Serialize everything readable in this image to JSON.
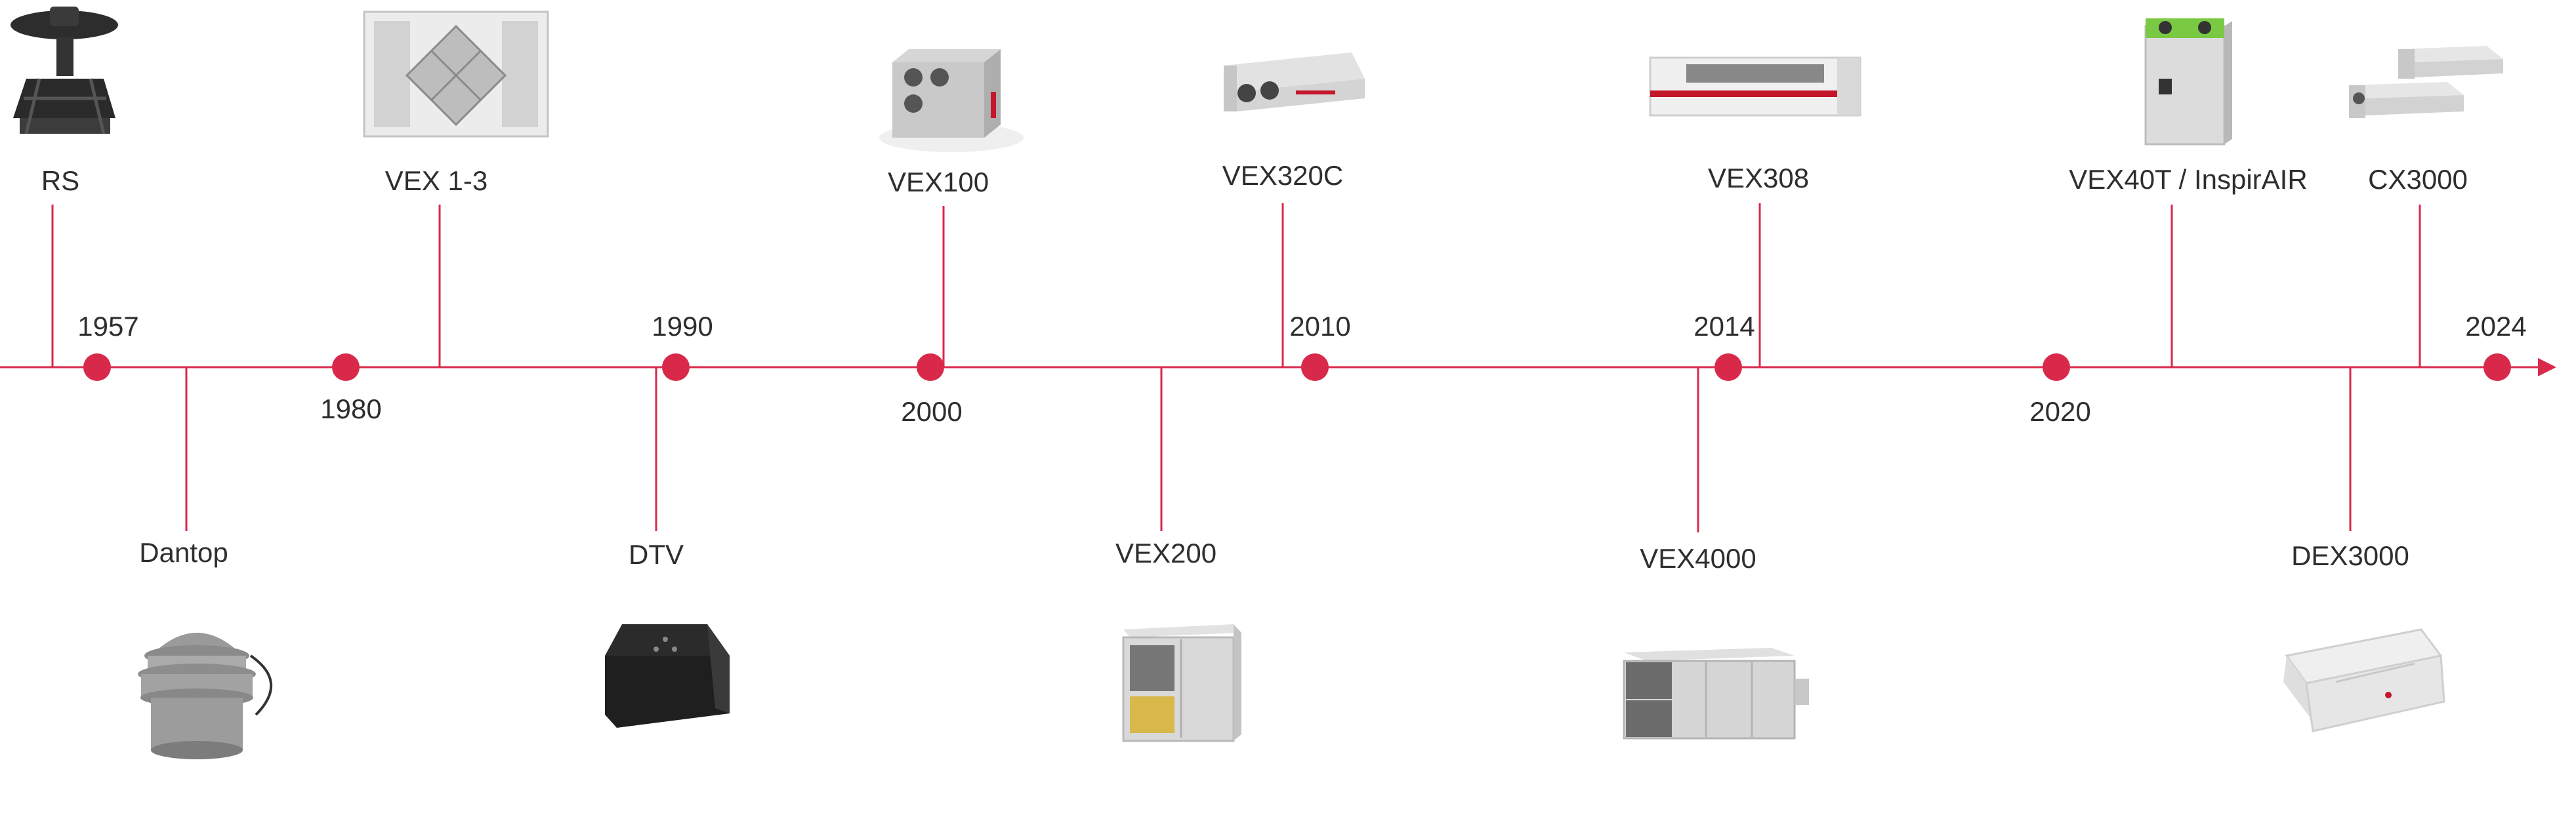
{
  "colors": {
    "accent": "#d9294a",
    "text": "#2e2e2e",
    "product_light": "#e4e4e4",
    "product_mid": "#b8b8b8",
    "product_dark": "#3a3a3a",
    "product_red": "#c4162a",
    "product_green": "#7ac943"
  },
  "timeline": {
    "years": [
      "1957",
      "1980",
      "1990",
      "2000",
      "2010",
      "2014",
      "2020",
      "2024"
    ],
    "products": [
      {
        "name": "RS",
        "icon": "rooftop-fan-icon"
      },
      {
        "name": "Dantop",
        "icon": "roof-cowl-icon"
      },
      {
        "name": "VEX 1-3",
        "icon": "heat-exchanger-box-icon"
      },
      {
        "name": "DTV",
        "icon": "black-roof-fan-icon"
      },
      {
        "name": "VEX100",
        "icon": "compact-unit-icon"
      },
      {
        "name": "VEX200",
        "icon": "ahu-cabinet-icon"
      },
      {
        "name": "VEX320C",
        "icon": "flat-unit-icon"
      },
      {
        "name": "VEX4000",
        "icon": "large-ahu-icon"
      },
      {
        "name": "VEX308",
        "icon": "ceiling-unit-icon"
      },
      {
        "name": "VEX40T / InspirAIR",
        "icon": "vertical-unit-icon"
      },
      {
        "name": "DEX3000",
        "icon": "ceiling-cassette-icon"
      },
      {
        "name": "CX3000",
        "icon": "stacked-units-icon"
      }
    ]
  }
}
